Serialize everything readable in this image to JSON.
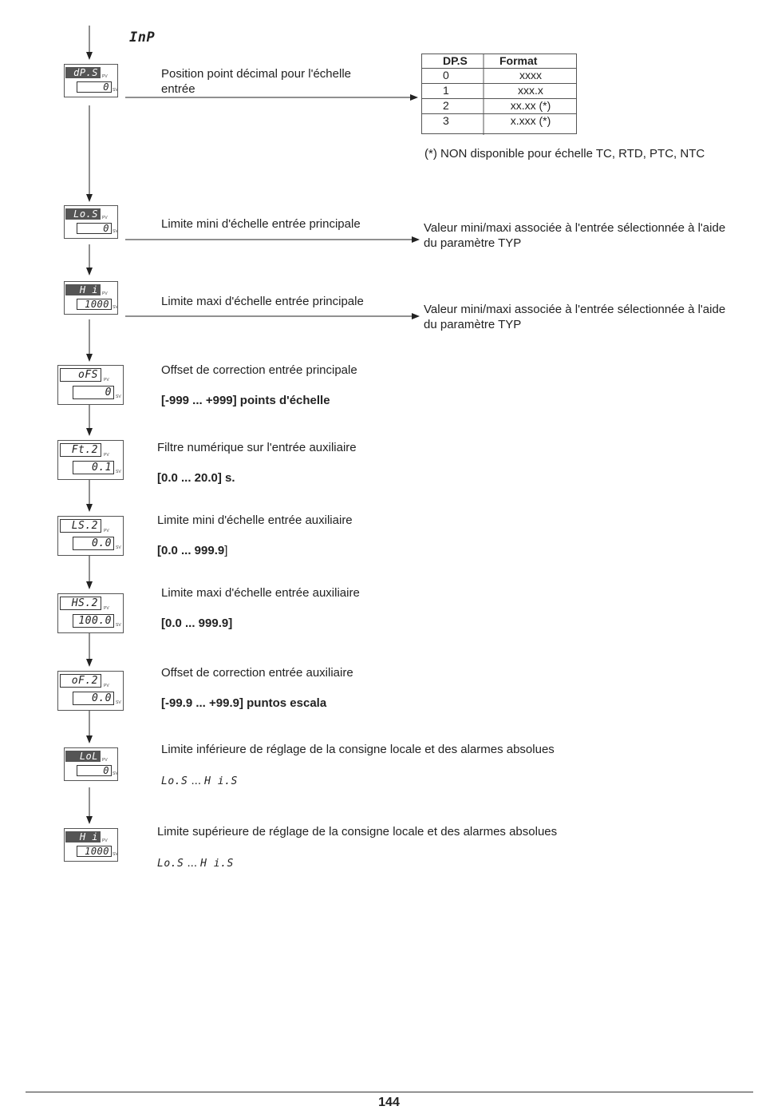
{
  "section_title": "InP",
  "table": {
    "headers": [
      "DP.S",
      "Format"
    ],
    "rows": [
      [
        "0",
        "xxxx"
      ],
      [
        "1",
        "xxx.x"
      ],
      [
        "2",
        "xx.xx (*)"
      ],
      [
        "3",
        "x.xxx (*)"
      ]
    ],
    "note": "(*) NON disponible pour échelle TC, RTD, PTC, NTC"
  },
  "display_labels": {
    "pv": "PV",
    "sv": "SV"
  },
  "params": [
    {
      "code": "dP.S",
      "value": "0",
      "desc": "Position point décimal pour l'échelle",
      "desc2": "entrée",
      "range": ""
    },
    {
      "code": "Lo.S",
      "value": "0",
      "desc": "Limite mini d'échelle entrée principale",
      "range": "",
      "note1": "Valeur mini/maxi associée à l'entrée sélectionnée à l'aide",
      "note2": "du paramètre TYP"
    },
    {
      "code": "H i .S",
      "value": "1000",
      "desc": "Limite maxi d'échelle entrée principale",
      "range": "",
      "note1": "Valeur mini/maxi associée à l'entrée sélectionnée à l'aide",
      "note2": "du paramètre TYP"
    },
    {
      "code": "oFS",
      "value": "0",
      "desc": "Offset de correction entrée principale",
      "range": "[-999 ... +999] points d'échelle"
    },
    {
      "code": "Ft.2",
      "value": "0.1",
      "desc": "Filtre numérique sur l'entrée auxiliaire",
      "range": "[0.0 ... 20.0] s."
    },
    {
      "code": "LS.2",
      "value": "0.0",
      "desc": "Limite mini d'échelle entrée auxiliaire",
      "range": "[0.0 ... 999.9",
      "range_tail": "]"
    },
    {
      "code": "HS.2",
      "value": "100.0",
      "desc": "Limite maxi d'échelle entrée auxiliaire",
      "range": "[0.0 ... 999.9]"
    },
    {
      "code": "oF.2",
      "value": "0.0",
      "desc": "Offset de correction entrée auxiliaire",
      "range": "[-99.9 ... +99.9] puntos escala"
    },
    {
      "code": "LoL",
      "value": "0",
      "desc": "Limite inférieure de réglage de la consigne locale et des alarmes absolues",
      "range_a": "Lo.S",
      "range_sep": " ... ",
      "range_b": "H i.S"
    },
    {
      "code": "H i .L",
      "value": "1000",
      "desc": "Limite supérieure de réglage de la consigne locale et des alarmes absolues",
      "range_a": "Lo.S",
      "range_sep": " ... ",
      "range_b": "H i.S"
    }
  ],
  "page_number": "144"
}
